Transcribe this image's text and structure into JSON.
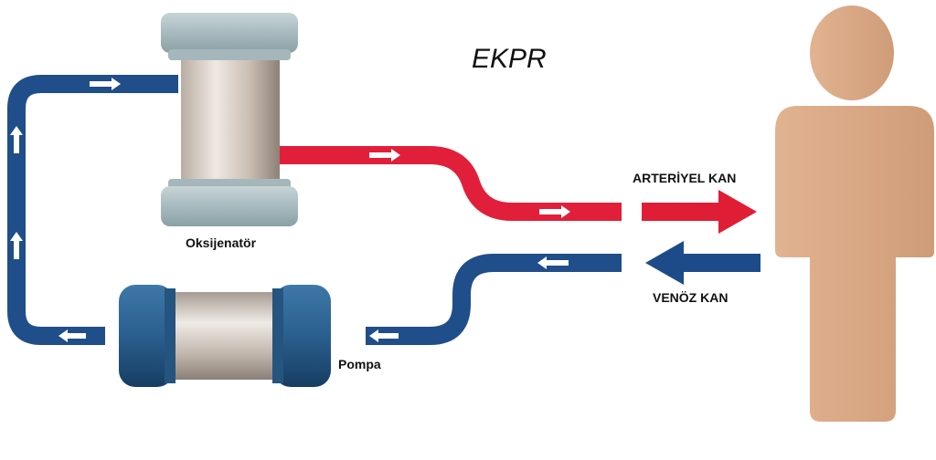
{
  "title": "EKPR",
  "labels": {
    "oxygenator": "Oksijenatör",
    "pump": "Pompa",
    "arterial": "ARTERİYEL KAN",
    "venous": "VENÖZ KAN"
  },
  "colors": {
    "venous_blue": "#1f4e8a",
    "arterial_red": "#e21f3a",
    "arrow_red": "#df1e36",
    "arrow_blue": "#1d4b8a",
    "person": "#d9a682",
    "oxygenator_cap": "#9fb3b8",
    "pump_cap": "#2a5f8f"
  }
}
